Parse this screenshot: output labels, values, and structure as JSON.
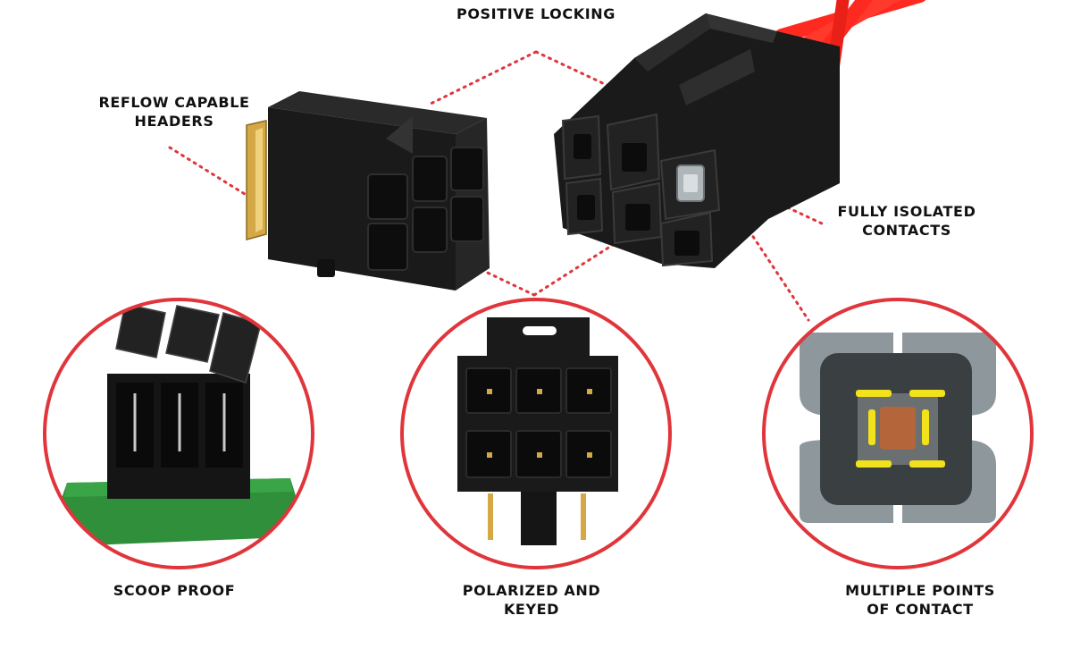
{
  "callouts": {
    "positive_locking": "POSITIVE LOCKING",
    "reflow_line1": "REFLOW CAPABLE",
    "reflow_line2": "HEADERS",
    "isolated_line1": "FULLY ISOLATED",
    "isolated_line2": "CONTACTS",
    "scoop_proof": "SCOOP PROOF",
    "polarized_line1": "POLARIZED AND",
    "polarized_line2": "KEYED",
    "multiple_line1": "MULTIPLE POINTS",
    "multiple_line2": "OF CONTACT"
  },
  "colors": {
    "accent_red": "#e0353b",
    "housing_black": "#1c1c1c",
    "wire_red": "#ff2a1f",
    "pin_gold": "#d4a846",
    "pcb_green": "#2f8f3a",
    "contact_yellow": "#f2e21b",
    "terminal_gray": "#aeb6ba",
    "label_text": "#111111"
  },
  "icons": [
    "header-connector-illustration",
    "plug-connector-illustration",
    "scoop-proof-detail-illustration",
    "polarized-face-detail-illustration",
    "contact-points-detail-illustration"
  ]
}
